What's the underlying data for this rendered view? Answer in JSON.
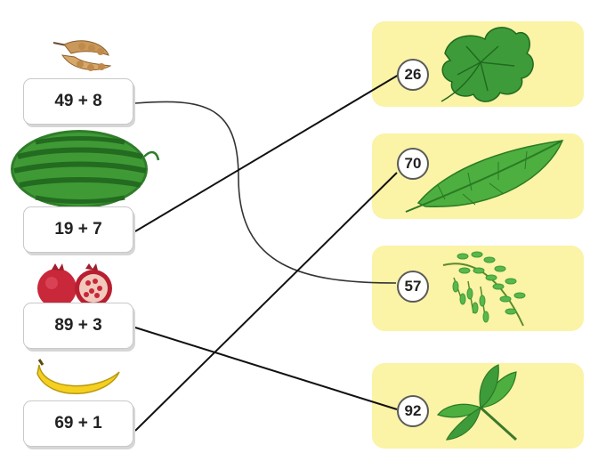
{
  "expressions": [
    {
      "text": "49 + 8"
    },
    {
      "text": "19 + 7"
    },
    {
      "text": "89 + 3"
    },
    {
      "text": "69 + 1"
    }
  ],
  "answers": [
    {
      "text": "26"
    },
    {
      "text": "70"
    },
    {
      "text": "57"
    },
    {
      "text": "92"
    }
  ],
  "colors": {
    "panel": "#fbf3a6",
    "leaf_green": "#3e9b3a",
    "line": "#111111"
  },
  "icons": {
    "fruits": [
      "tamarind-icon",
      "watermelon-icon",
      "pomegranate-icon",
      "banana-icon"
    ],
    "leaves": [
      "watermelon-leaf-icon",
      "banana-leaf-icon",
      "tamarind-leaf-icon",
      "pomegranate-leaf-icon"
    ]
  }
}
